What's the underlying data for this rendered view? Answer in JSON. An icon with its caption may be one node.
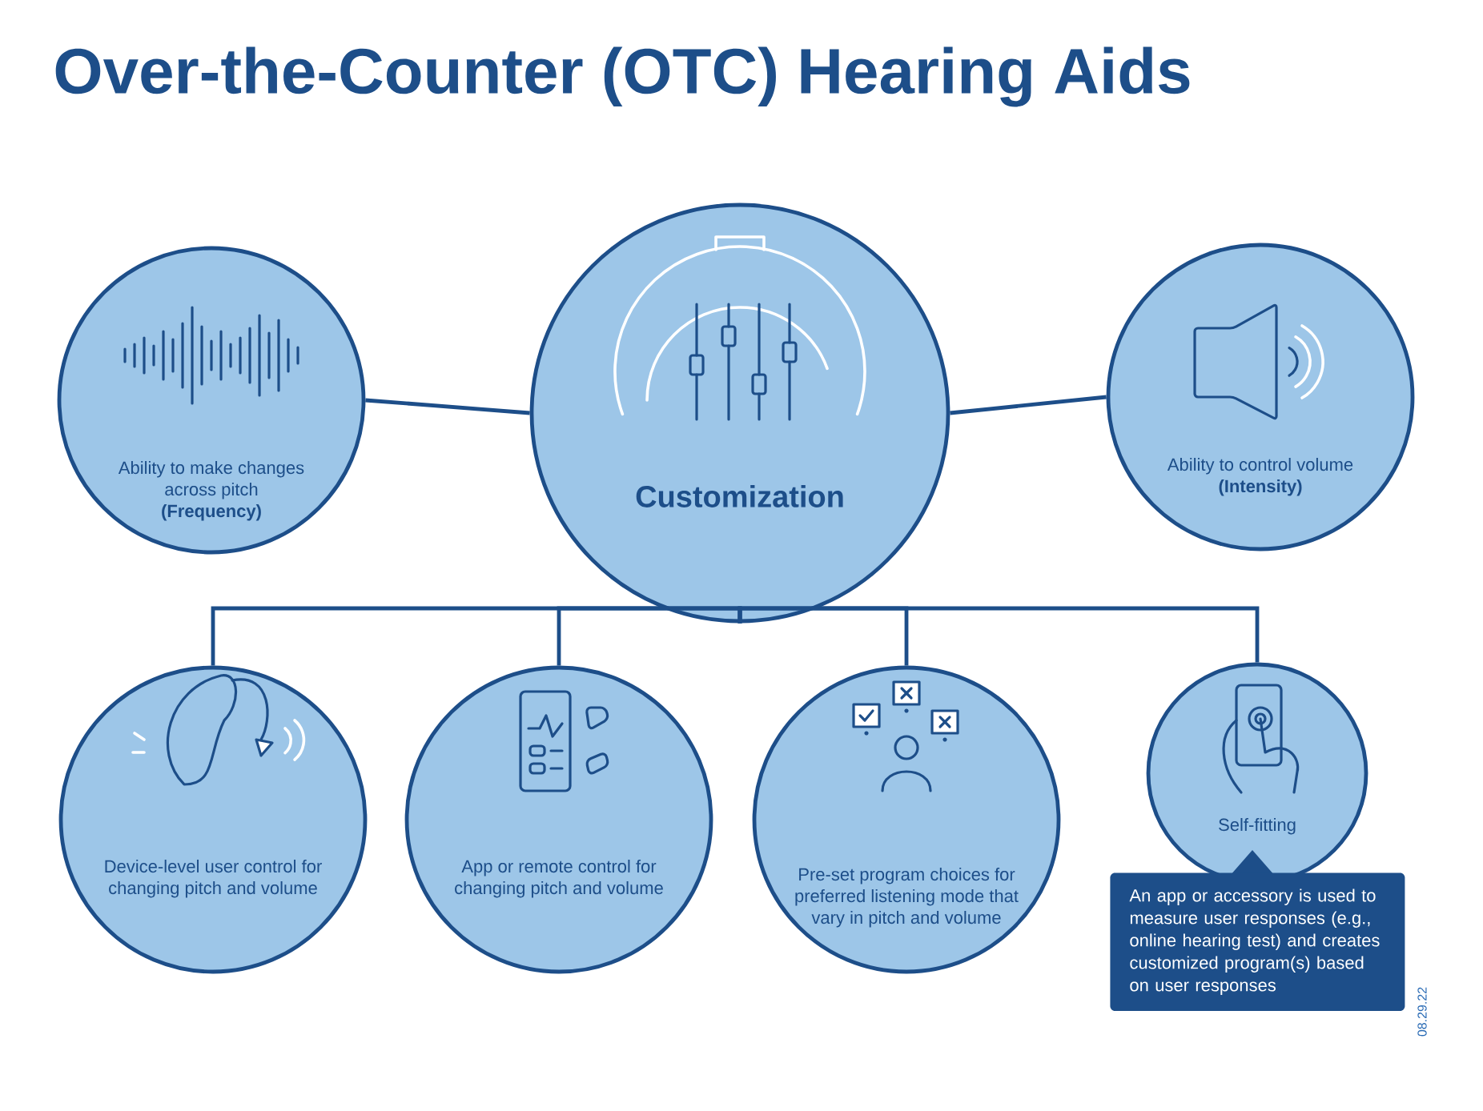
{
  "diagram": {
    "title": "Over-the-Counter (OTC) Hearing Aids",
    "nodes": [
      {
        "text": [
          "Ability to make changes across pitch",
          "(Frequency)"
        ]
      },
      {
        "text": [
          "Customization"
        ]
      },
      {
        "text": [
          "Ability to control volume",
          "(Intensity)"
        ]
      },
      {
        "text": [
          "Device-level user control for changing pitch and volume"
        ]
      },
      {
        "text": [
          "App or remote control for changing pitch and volume"
        ]
      },
      {
        "text": [
          "Pre-set program choices for preferred listening mode that vary in pitch and volume"
        ]
      },
      {
        "text": [
          "Self-fitting"
        ]
      },
      {
        "text": [
          "An app or accessory is used to measure user responses (e.g., online hearing test) and creates customized program(s) based on user responses"
        ]
      }
    ],
    "edges": [
      {
        "from": 0,
        "to": 1,
        "arrow": "none"
      },
      {
        "from": 1,
        "to": 2,
        "arrow": "none"
      },
      {
        "from": 1,
        "to": 3,
        "arrow": "none"
      },
      {
        "from": 1,
        "to": 4,
        "arrow": "none"
      },
      {
        "from": 1,
        "to": 5,
        "arrow": "none"
      },
      {
        "from": 1,
        "to": 6,
        "arrow": "none"
      }
    ],
    "labels": [
      "08.29.22"
    ]
  }
}
